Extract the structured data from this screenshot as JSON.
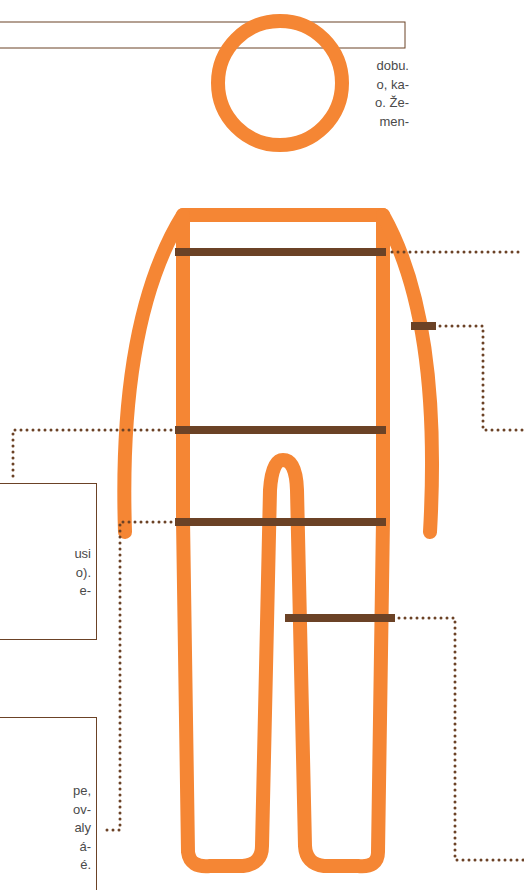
{
  "diagram": {
    "nodes": [
      {
        "text": [
          "usi",
          "o).",
          "e-"
        ]
      },
      {
        "text": [
          "pe,",
          "ov-",
          "aly",
          "á-",
          "é."
        ]
      }
    ],
    "labels": [
      "dobu.",
      "o, ka-",
      "o. Že-",
      "men-"
    ]
  }
}
